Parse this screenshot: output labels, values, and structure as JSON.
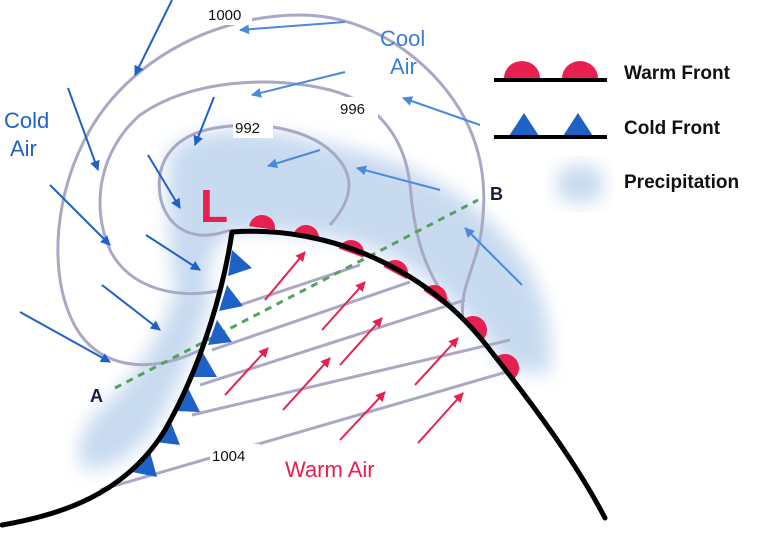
{
  "diagram": {
    "low_symbol": "L",
    "isobars": [
      "992",
      "996",
      "1000",
      "1004"
    ],
    "air_masses": {
      "cool_air_line1": "Cool",
      "cool_air_line2": "Air",
      "cold_air_line1": "Cold",
      "cold_air_line2": "Air",
      "warm_air": "Warm Air"
    },
    "points": {
      "a": "A",
      "b": "B"
    }
  },
  "legend": {
    "warm_front": "Warm Front",
    "cold_front": "Cold Front",
    "precipitation": "Precipitation"
  },
  "colors": {
    "warm": "#e8204f",
    "cold": "#1f62c7",
    "precip": "#c8daf0",
    "isobar": "#a9a9c6",
    "front_line": "#000000",
    "cross_section": "#55a35a",
    "cool_text": "#3d7dd4"
  }
}
